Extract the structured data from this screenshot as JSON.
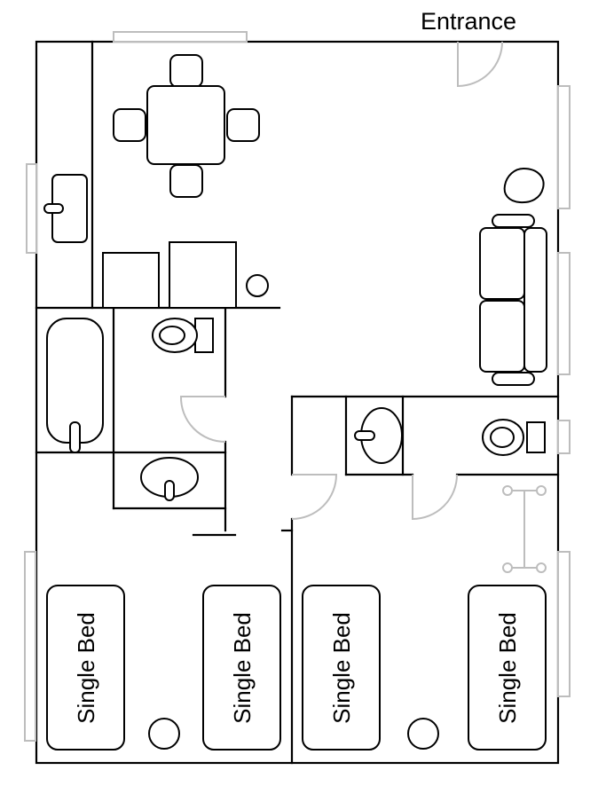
{
  "labels": {
    "entrance": "Entrance",
    "bed1": "Single Bed",
    "bed2": "Single Bed",
    "bed3": "Single Bed",
    "bed4": "Single Bed"
  },
  "colors": {
    "walls": "#000000",
    "windows_doors": "#bdbdbd",
    "background": "#ffffff"
  },
  "icons": [
    "door-swing-icon",
    "window-icon",
    "toilet-icon",
    "sink-icon",
    "bathtub-icon",
    "sofa-icon",
    "table-icon",
    "chair-icon",
    "stool-icon",
    "coat-rack-icon"
  ]
}
